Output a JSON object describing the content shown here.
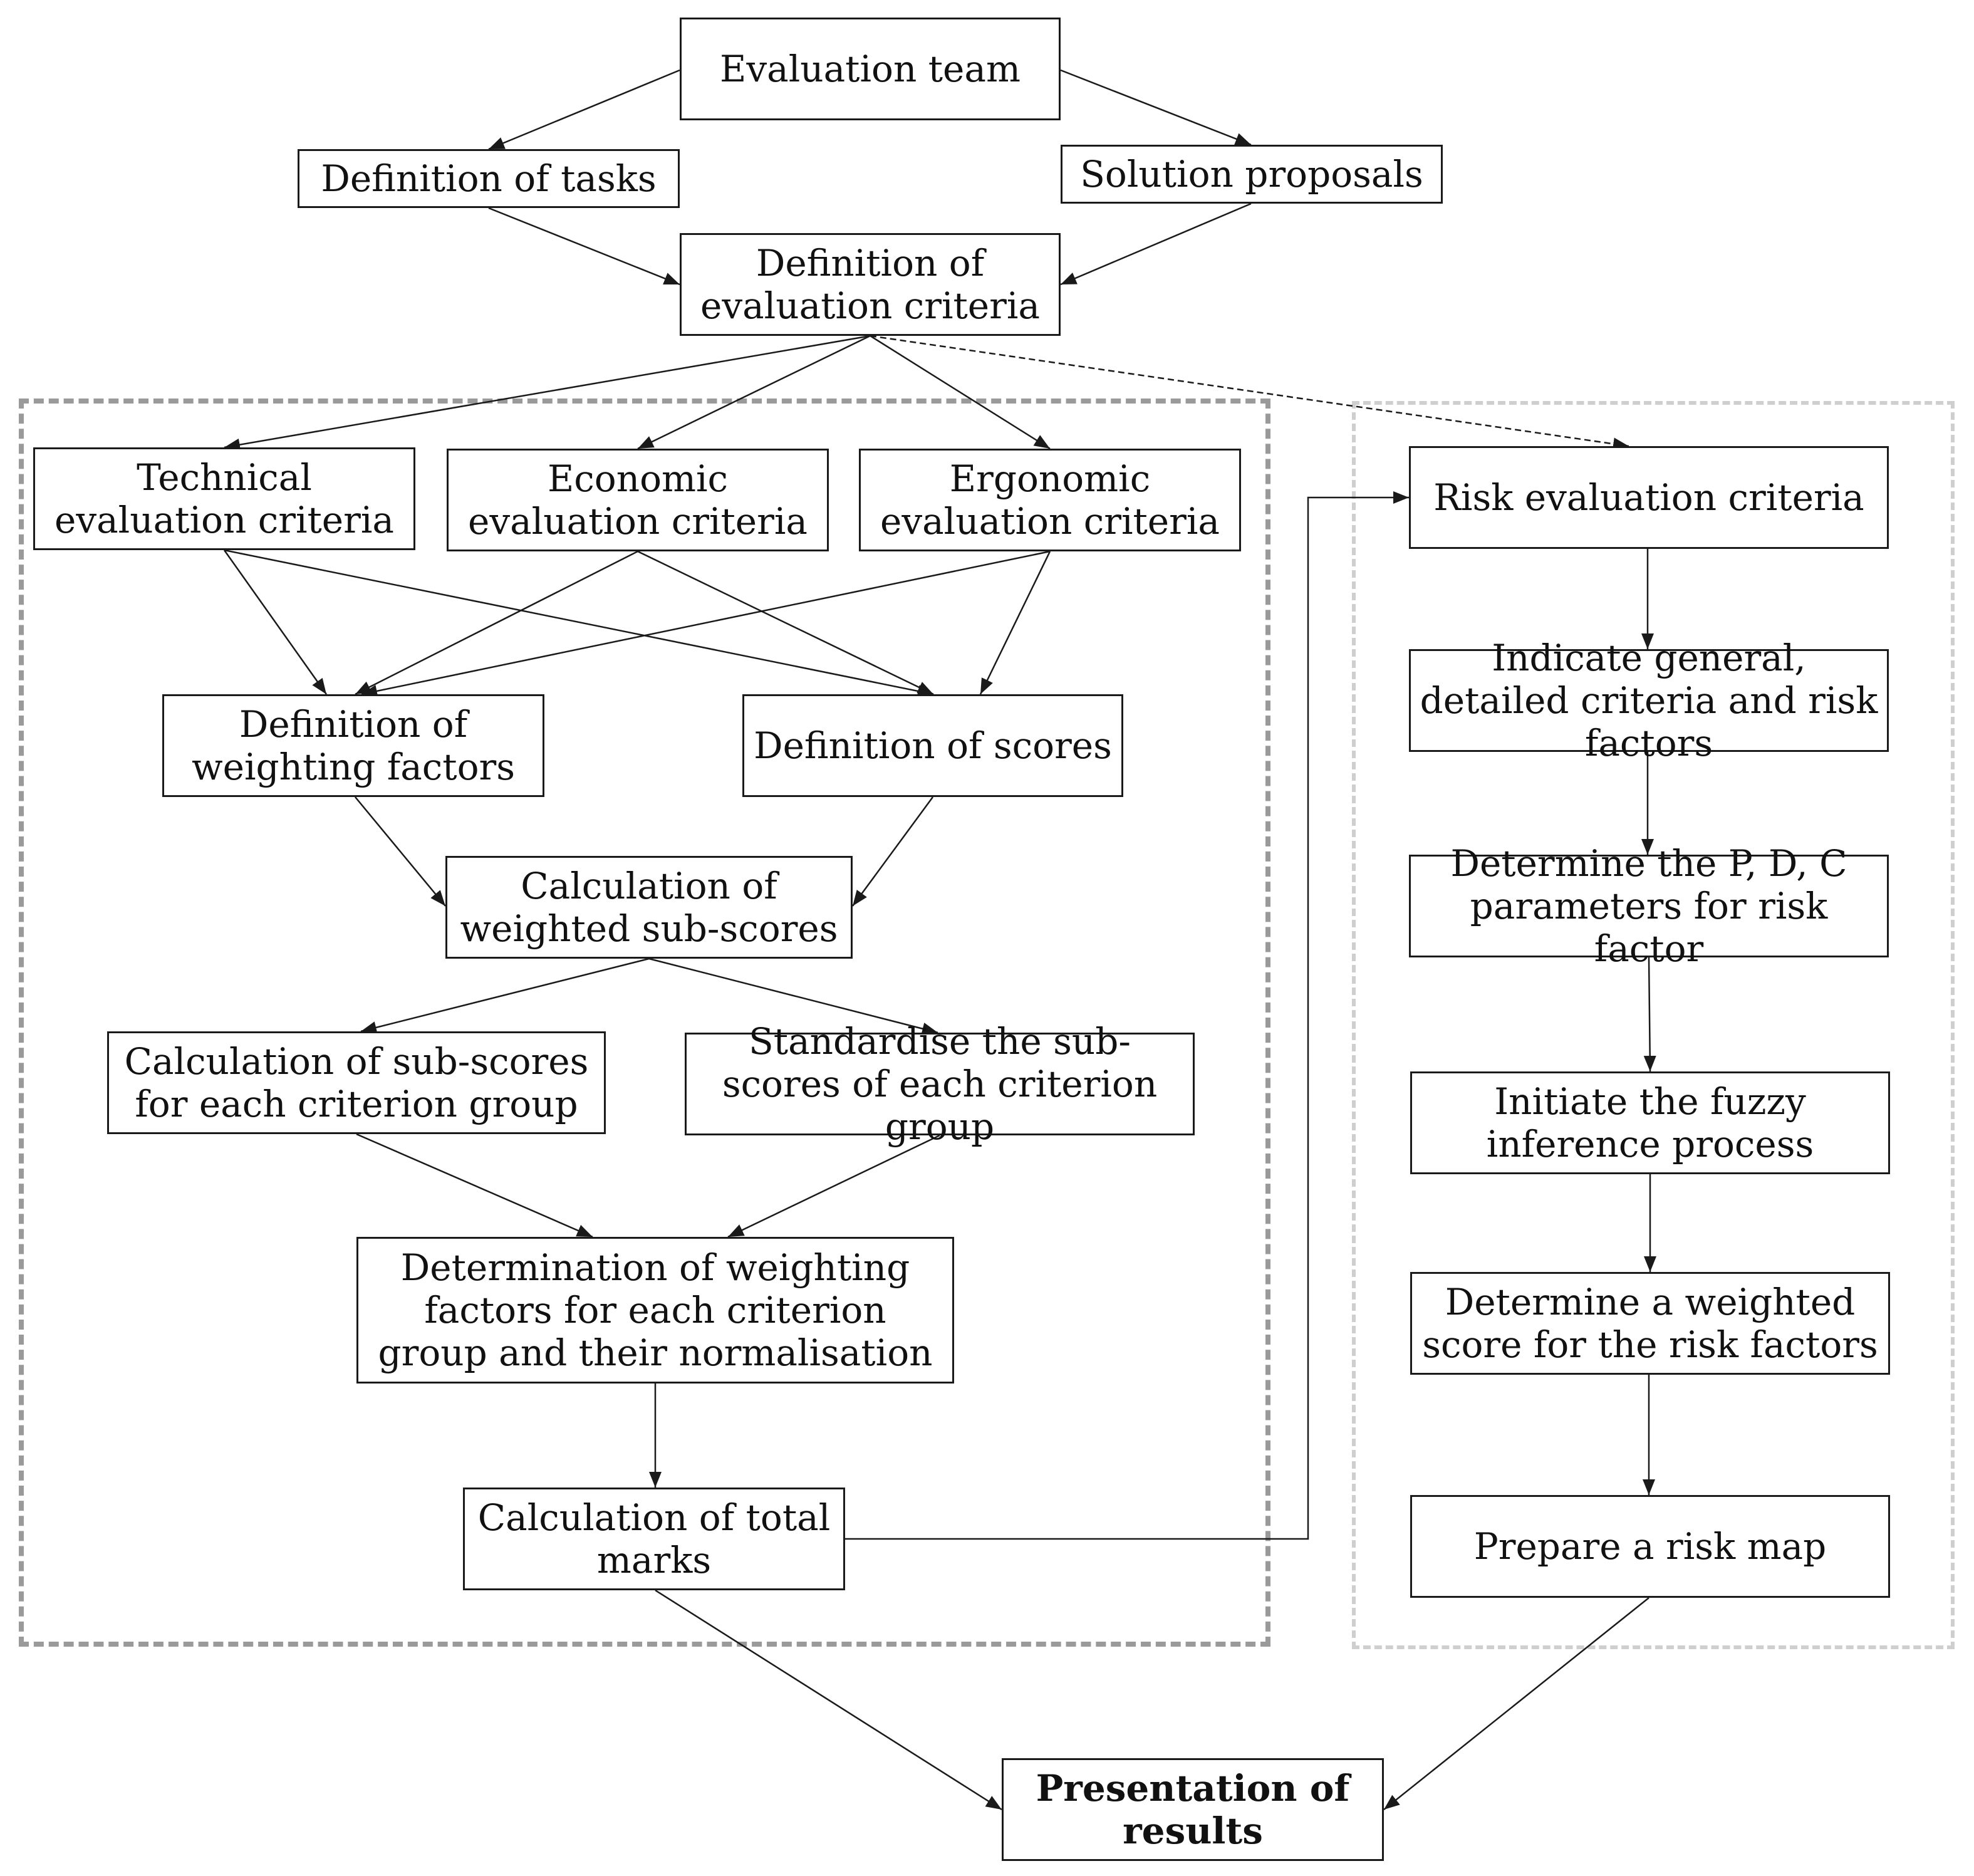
{
  "nodes": {
    "evaluation_team": "Evaluation team",
    "definition_of_tasks": "Definition of tasks",
    "solution_proposals": "Solution proposals",
    "definition_of_evaluation_criteria": "Definition of evaluation criteria",
    "technical_evaluation_criteria": "Technical evaluation criteria",
    "economic_evaluation_criteria": "Economic evaluation criteria",
    "ergonomic_evaluation_criteria": "Ergonomic evaluation criteria",
    "definition_of_weighting_factors": "Definition of weighting factors",
    "definition_of_scores": "Definition of scores",
    "calculation_of_weighted_sub_scores": "Calculation of weighted sub-scores",
    "calculation_of_sub_scores": "Calculation of sub-scores for each criterion group",
    "standardise_sub_scores": "Standardise the sub-scores of each criterion group",
    "determination_of_weighting_factors": "Determination of weighting factors for each criterion group and their normalisation",
    "calculation_of_total_marks": "Calculation of total marks",
    "risk_evaluation_criteria": "Risk evaluation criteria",
    "indicate_criteria_and_risk_factors": "Indicate general, detailed criteria and risk factors",
    "determine_pdc_parameters": "Determine the P, D, C parameters for risk factor",
    "initiate_fuzzy_inference": "Initiate the fuzzy inference process",
    "determine_weighted_score": "Determine a weighted score for the risk factors",
    "prepare_risk_map": "Prepare a risk map",
    "presentation_of_results": "Presentation of results"
  },
  "edges": [
    {
      "from": "evaluation_team",
      "to": "definition_of_tasks"
    },
    {
      "from": "evaluation_team",
      "to": "solution_proposals"
    },
    {
      "from": "definition_of_tasks",
      "to": "definition_of_evaluation_criteria"
    },
    {
      "from": "solution_proposals",
      "to": "definition_of_evaluation_criteria"
    },
    {
      "from": "definition_of_evaluation_criteria",
      "to": "technical_evaluation_criteria"
    },
    {
      "from": "definition_of_evaluation_criteria",
      "to": "economic_evaluation_criteria"
    },
    {
      "from": "definition_of_evaluation_criteria",
      "to": "ergonomic_evaluation_criteria"
    },
    {
      "from": "definition_of_evaluation_criteria",
      "to": "risk_evaluation_criteria",
      "style": "dashed"
    },
    {
      "from": "technical_evaluation_criteria",
      "to": "definition_of_weighting_factors"
    },
    {
      "from": "technical_evaluation_criteria",
      "to": "definition_of_scores"
    },
    {
      "from": "economic_evaluation_criteria",
      "to": "definition_of_weighting_factors"
    },
    {
      "from": "economic_evaluation_criteria",
      "to": "definition_of_scores"
    },
    {
      "from": "ergonomic_evaluation_criteria",
      "to": "definition_of_weighting_factors"
    },
    {
      "from": "ergonomic_evaluation_criteria",
      "to": "definition_of_scores"
    },
    {
      "from": "definition_of_weighting_factors",
      "to": "calculation_of_weighted_sub_scores"
    },
    {
      "from": "definition_of_scores",
      "to": "calculation_of_weighted_sub_scores"
    },
    {
      "from": "calculation_of_weighted_sub_scores",
      "to": "calculation_of_sub_scores"
    },
    {
      "from": "calculation_of_weighted_sub_scores",
      "to": "standardise_sub_scores"
    },
    {
      "from": "calculation_of_sub_scores",
      "to": "determination_of_weighting_factors"
    },
    {
      "from": "standardise_sub_scores",
      "to": "determination_of_weighting_factors"
    },
    {
      "from": "determination_of_weighting_factors",
      "to": "calculation_of_total_marks"
    },
    {
      "from": "calculation_of_total_marks",
      "to": "risk_evaluation_criteria",
      "style": "elbow"
    },
    {
      "from": "risk_evaluation_criteria",
      "to": "indicate_criteria_and_risk_factors"
    },
    {
      "from": "indicate_criteria_and_risk_factors",
      "to": "determine_pdc_parameters"
    },
    {
      "from": "determine_pdc_parameters",
      "to": "initiate_fuzzy_inference"
    },
    {
      "from": "initiate_fuzzy_inference",
      "to": "determine_weighted_score"
    },
    {
      "from": "determine_weighted_score",
      "to": "prepare_risk_map"
    },
    {
      "from": "calculation_of_total_marks",
      "to": "presentation_of_results"
    },
    {
      "from": "prepare_risk_map",
      "to": "presentation_of_results"
    }
  ],
  "colors": {
    "line": "#1a1a1a",
    "group_left_border": "#9a9a9a",
    "group_right_border": "#cfcfcf"
  }
}
